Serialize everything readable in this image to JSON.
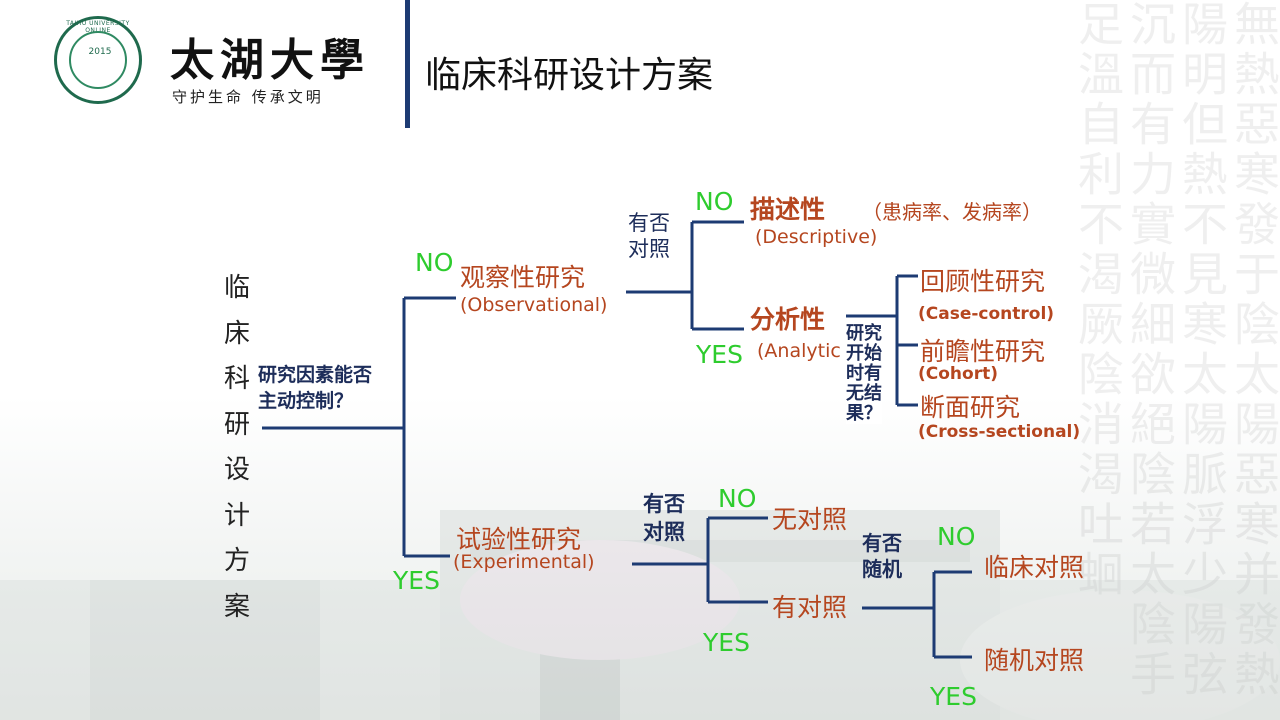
{
  "header": {
    "university": "太湖大學",
    "motto": "守护生命 传承文明",
    "logo_ring": "TAIHU UNIVERSITY ONLINE",
    "logo_year": "2015",
    "slide_title": "临床科研设计方案"
  },
  "diagram": {
    "vertical_title": [
      "临",
      "床",
      "科",
      "研",
      "设",
      "计",
      "方",
      "案"
    ],
    "root_question": [
      "研究因素能否",
      "主动控制？"
    ],
    "observational": {
      "label": "观察性研究",
      "en": "(Observational)",
      "answer": "NO"
    },
    "experimental": {
      "label": "试验性研究",
      "en": "(Experimental)",
      "answer": "YES"
    },
    "obs_question": [
      "有否",
      "对照"
    ],
    "descriptive": {
      "label": "描述性",
      "note": "（患病率、发病率）",
      "en": "(Descriptive)",
      "answer": "NO"
    },
    "analytic": {
      "label": "分析性",
      "en": "(Analytic",
      "answer": "YES"
    },
    "analytic_question": [
      "研究",
      "开始",
      "时有",
      "无结",
      "果？"
    ],
    "retrospective": {
      "label": "回顾性研究",
      "en": "(Case-control)"
    },
    "prospective": {
      "label": "前瞻性研究",
      "en": "(Cohort)"
    },
    "cross_sectional": {
      "label": "断面研究",
      "en": "(Cross-sectional)"
    },
    "exp_question": [
      "有否",
      "对照"
    ],
    "no_control": {
      "label": "无对照",
      "answer": "NO"
    },
    "has_control": {
      "label": "有对照",
      "answer": "YES"
    },
    "random_question": [
      "有否",
      "随机"
    ],
    "clinical_control": {
      "label": "临床对照",
      "answer": "NO"
    },
    "random_control": {
      "label": "随机对照",
      "answer": "YES"
    }
  },
  "colors": {
    "line": "#1d3b73",
    "yes_no": "#2ecc2e",
    "category": "#b5461f",
    "question": "#1d2d5a"
  }
}
